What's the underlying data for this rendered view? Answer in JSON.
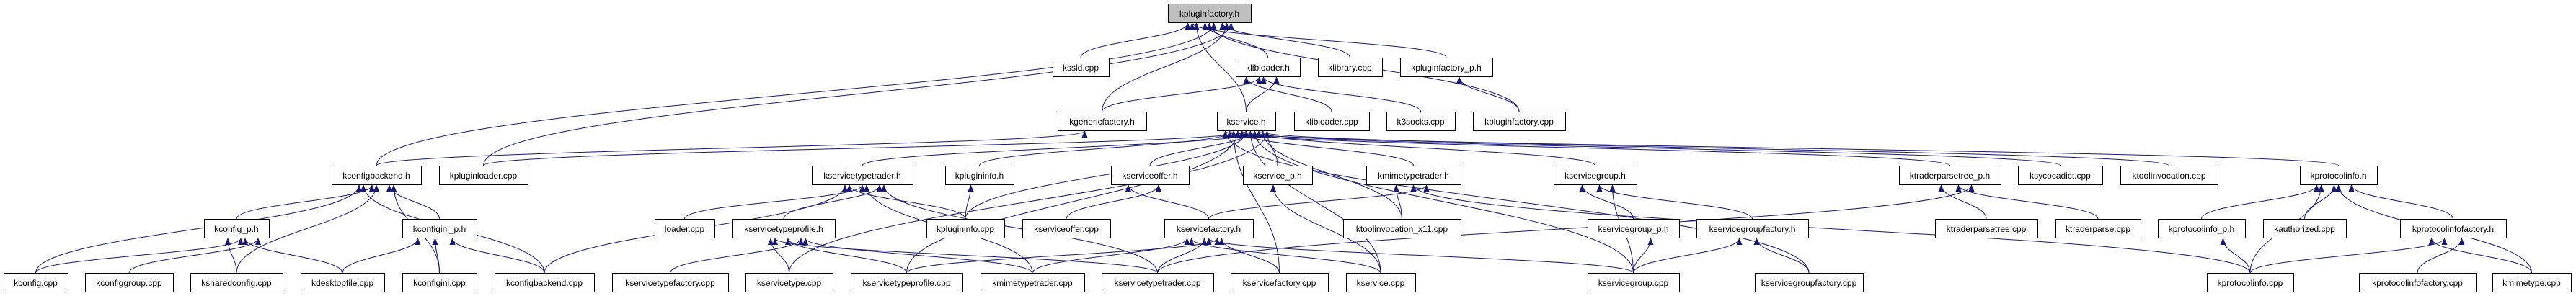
{
  "diagram": {
    "title": "kpluginfactory.h include dependency graph",
    "root": "kpluginfactory.h",
    "colors": {
      "edge": "#191970",
      "root_fill": "#bfbfbf",
      "node_fill": "#ffffff",
      "node_border": "#000000"
    },
    "nodes": [
      {
        "id": "kpluginfactory_h",
        "label": "kpluginfactory.h",
        "root": true
      },
      {
        "id": "kssld_cpp",
        "label": "kssld.cpp"
      },
      {
        "id": "klibloader_h",
        "label": "klibloader.h"
      },
      {
        "id": "klibrary_cpp",
        "label": "klibrary.cpp"
      },
      {
        "id": "kpluginfactory_p_h",
        "label": "kpluginfactory_p.h"
      },
      {
        "id": "kgenericfactory_h",
        "label": "kgenericfactory.h"
      },
      {
        "id": "kservice_h",
        "label": "kservice.h"
      },
      {
        "id": "klibloader_cpp",
        "label": "klibloader.cpp"
      },
      {
        "id": "k3socks_cpp",
        "label": "k3socks.cpp"
      },
      {
        "id": "kpluginfactory_cpp",
        "label": "kpluginfactory.cpp"
      },
      {
        "id": "kconfigbackend_h",
        "label": "kconfigbackend.h"
      },
      {
        "id": "kpluginloader_cpp",
        "label": "kpluginloader.cpp"
      },
      {
        "id": "kservicetypetrader_h",
        "label": "kservicetypetrader.h"
      },
      {
        "id": "kplugininfo_h",
        "label": "kplugininfo.h"
      },
      {
        "id": "kserviceoffer_h",
        "label": "kserviceoffer.h"
      },
      {
        "id": "kservice_p_h",
        "label": "kservice_p.h"
      },
      {
        "id": "kmimetypetrader_h",
        "label": "kmimetypetrader.h"
      },
      {
        "id": "kservicegroup_h",
        "label": "kservicegroup.h"
      },
      {
        "id": "ktraderparsetree_p_h",
        "label": "ktraderparsetree_p.h"
      },
      {
        "id": "ksycocadict_cpp",
        "label": "ksycocadict.cpp"
      },
      {
        "id": "ktoolinvocation_cpp",
        "label": "ktoolinvocation.cpp"
      },
      {
        "id": "kprotocolinfo_h",
        "label": "kprotocolinfo.h"
      },
      {
        "id": "kconfig_p_h",
        "label": "kconfig_p.h"
      },
      {
        "id": "kconfigini_p_h",
        "label": "kconfigini_p.h"
      },
      {
        "id": "loader_cpp",
        "label": "loader.cpp"
      },
      {
        "id": "kservicetypeprofile_h",
        "label": "kservicetypeprofile.h"
      },
      {
        "id": "kplugininfo_cpp",
        "label": "kplugininfo.cpp"
      },
      {
        "id": "kserviceoffer_cpp",
        "label": "kserviceoffer.cpp"
      },
      {
        "id": "kservicefactory_h",
        "label": "kservicefactory.h"
      },
      {
        "id": "ktoolinvocation_x11_cpp",
        "label": "ktoolinvocation_x11.cpp"
      },
      {
        "id": "kservicegroup_p_h",
        "label": "kservicegroup_p.h"
      },
      {
        "id": "kservicegroupfactory_h",
        "label": "kservicegroupfactory.h"
      },
      {
        "id": "ktraderparsetree_cpp",
        "label": "ktraderparsetree.cpp"
      },
      {
        "id": "ktraderparse_cpp",
        "label": "ktraderparse.cpp"
      },
      {
        "id": "kprotocolinfo_p_h",
        "label": "kprotocolinfo_p.h"
      },
      {
        "id": "kauthorized_cpp",
        "label": "kauthorized.cpp"
      },
      {
        "id": "kprotocolinfofactory_h",
        "label": "kprotocolinfofactory.h"
      },
      {
        "id": "kconfig_cpp",
        "label": "kconfig.cpp"
      },
      {
        "id": "kconfiggroup_cpp",
        "label": "kconfiggroup.cpp"
      },
      {
        "id": "ksharedconfig_cpp",
        "label": "ksharedconfig.cpp"
      },
      {
        "id": "kdesktopfile_cpp",
        "label": "kdesktopfile.cpp"
      },
      {
        "id": "kconfigini_cpp",
        "label": "kconfigini.cpp"
      },
      {
        "id": "kconfigbackend_cpp",
        "label": "kconfigbackend.cpp"
      },
      {
        "id": "kservicetypefactory_cpp",
        "label": "kservicetypefactory.cpp"
      },
      {
        "id": "kservicetype_cpp",
        "label": "kservicetype.cpp"
      },
      {
        "id": "kservicetypeprofile_cpp",
        "label": "kservicetypeprofile.cpp"
      },
      {
        "id": "kmimetypetrader_cpp",
        "label": "kmimetypetrader.cpp"
      },
      {
        "id": "kservicetypetrader_cpp",
        "label": "kservicetypetrader.cpp"
      },
      {
        "id": "kservicefactory_cpp",
        "label": "kservicefactory.cpp"
      },
      {
        "id": "kservice_cpp",
        "label": "kservice.cpp"
      },
      {
        "id": "kservicegroup_cpp",
        "label": "kservicegroup.cpp"
      },
      {
        "id": "kservicegroupfactory_cpp",
        "label": "kservicegroupfactory.cpp"
      },
      {
        "id": "kprotocolinfo_cpp",
        "label": "kprotocolinfo.cpp"
      },
      {
        "id": "kprotocolinfofactory_cpp",
        "label": "kprotocolinfofactory.cpp"
      },
      {
        "id": "kmimetype_cpp",
        "label": "kmimetype.cpp"
      }
    ],
    "edges": [
      [
        "kssld_cpp",
        "kpluginfactory_h"
      ],
      [
        "klibloader_h",
        "kpluginfactory_h"
      ],
      [
        "klibrary_cpp",
        "kpluginfactory_h"
      ],
      [
        "kpluginfactory_p_h",
        "kpluginfactory_h"
      ],
      [
        "kpluginfactory_cpp",
        "kpluginfactory_h"
      ],
      [
        "kgenericfactory_h",
        "kpluginfactory_h"
      ],
      [
        "kservice_h",
        "kpluginfactory_h"
      ],
      [
        "kconfigbackend_h",
        "kpluginfactory_h"
      ],
      [
        "kpluginloader_cpp",
        "kpluginfactory_h"
      ],
      [
        "kgenericfactory_h",
        "klibloader_h"
      ],
      [
        "kservice_h",
        "klibloader_h"
      ],
      [
        "klibloader_cpp",
        "klibloader_h"
      ],
      [
        "k3socks_cpp",
        "klibloader_h"
      ],
      [
        "kpluginfactory_cpp",
        "kpluginfactory_p_h"
      ],
      [
        "kconfigbackend_h",
        "kgenericfactory_h"
      ],
      [
        "kpluginloader_cpp",
        "kservice_h"
      ],
      [
        "kservicetypetrader_h",
        "kservice_h"
      ],
      [
        "kplugininfo_h",
        "kservice_h"
      ],
      [
        "kserviceoffer_h",
        "kservice_h"
      ],
      [
        "kservice_p_h",
        "kservice_h"
      ],
      [
        "kmimetypetrader_h",
        "kservice_h"
      ],
      [
        "kservicegroup_h",
        "kservice_h"
      ],
      [
        "ktraderparsetree_p_h",
        "kservice_h"
      ],
      [
        "ksycocadict_cpp",
        "kservice_h"
      ],
      [
        "ktoolinvocation_cpp",
        "kservice_h"
      ],
      [
        "kprotocolinfo_h",
        "kservice_h"
      ],
      [
        "kplugininfo_cpp",
        "kservice_h"
      ],
      [
        "ktoolinvocation_x11_cpp",
        "kservice_h"
      ],
      [
        "kservicefactory_cpp",
        "kservice_h"
      ],
      [
        "kservice_cpp",
        "kservice_h"
      ],
      [
        "kservicetype_cpp",
        "kservice_h"
      ],
      [
        "kservicetypeprofile_cpp",
        "kservice_h"
      ],
      [
        "kservicegroup_cpp",
        "kservice_h"
      ],
      [
        "kservicegroupfactory_cpp",
        "kservice_h"
      ],
      [
        "kconfig_p_h",
        "kconfigbackend_h"
      ],
      [
        "kconfigini_p_h",
        "kconfigbackend_h"
      ],
      [
        "kconfig_cpp",
        "kconfigbackend_h"
      ],
      [
        "ksharedconfig_cpp",
        "kconfigbackend_h"
      ],
      [
        "kconfigini_cpp",
        "kconfigbackend_h"
      ],
      [
        "kconfigbackend_cpp",
        "kconfigbackend_h"
      ],
      [
        "kconfig_cpp",
        "kconfig_p_h"
      ],
      [
        "kconfiggroup_cpp",
        "kconfig_p_h"
      ],
      [
        "ksharedconfig_cpp",
        "kconfig_p_h"
      ],
      [
        "kdesktopfile_cpp",
        "kconfig_p_h"
      ],
      [
        "kdesktopfile_cpp",
        "kconfigini_p_h"
      ],
      [
        "kconfigini_cpp",
        "kconfigini_p_h"
      ],
      [
        "kconfigbackend_cpp",
        "kconfigini_p_h"
      ],
      [
        "kconfigbackend_cpp",
        "kservicetypetrader_h"
      ],
      [
        "loader_cpp",
        "kservicetypetrader_h"
      ],
      [
        "kservicetypeprofile_h",
        "kservicetypetrader_h"
      ],
      [
        "kplugininfo_cpp",
        "kservicetypetrader_h"
      ],
      [
        "kmimetypetrader_cpp",
        "kservicetypetrader_h"
      ],
      [
        "kservicetypetrader_cpp",
        "kservicetypetrader_h"
      ],
      [
        "kplugininfo_cpp",
        "kplugininfo_h"
      ],
      [
        "kserviceoffer_cpp",
        "kserviceoffer_h"
      ],
      [
        "kservicefactory_h",
        "kserviceoffer_h"
      ],
      [
        "kservice_cpp",
        "kservice_p_h"
      ],
      [
        "kservicefactory_h",
        "kmimetypetrader_h"
      ],
      [
        "ktoolinvocation_x11_cpp",
        "kmimetypetrader_h"
      ],
      [
        "kprotocolinfo_cpp",
        "kmimetypetrader_h"
      ],
      [
        "kservicegroup_cpp",
        "kservicegroup_h"
      ],
      [
        "kservicegroup_p_h",
        "kservicegroup_h"
      ],
      [
        "kservicegroupfactory_h",
        "kservicegroup_h"
      ],
      [
        "kservicetypetrader_cpp",
        "ktraderparsetree_p_h"
      ],
      [
        "ktraderparsetree_cpp",
        "ktraderparsetree_p_h"
      ],
      [
        "ktraderparse_cpp",
        "ktraderparsetree_p_h"
      ],
      [
        "kprotocolinfo_p_h",
        "kprotocolinfo_h"
      ],
      [
        "kauthorized_cpp",
        "kprotocolinfo_h"
      ],
      [
        "kprotocolinfofactory_h",
        "kprotocolinfo_h"
      ],
      [
        "kprotocolinfo_cpp",
        "kprotocolinfo_h"
      ],
      [
        "kmimetype_cpp",
        "kprotocolinfo_h"
      ],
      [
        "kservicetypefactory_cpp",
        "kservicetypeprofile_h"
      ],
      [
        "kservicetype_cpp",
        "kservicetypeprofile_h"
      ],
      [
        "kservicetypeprofile_cpp",
        "kservicetypeprofile_h"
      ],
      [
        "kmimetypetrader_cpp",
        "kservicetypeprofile_h"
      ],
      [
        "kservicetypetrader_cpp",
        "kservicetypeprofile_h"
      ],
      [
        "kservicetypeprofile_cpp",
        "kservicefactory_h"
      ],
      [
        "kmimetypetrader_cpp",
        "kservicefactory_h"
      ],
      [
        "kservicetypetrader_cpp",
        "kservicefactory_h"
      ],
      [
        "kservicefactory_cpp",
        "kservicefactory_h"
      ],
      [
        "kservice_cpp",
        "kservicefactory_h"
      ],
      [
        "kservicegroup_cpp",
        "kservicefactory_h"
      ],
      [
        "kservicegroup_cpp",
        "kservicegroup_p_h"
      ],
      [
        "kservicegroup_cpp",
        "kservicegroupfactory_h"
      ],
      [
        "kservicegroupfactory_cpp",
        "kservicegroupfactory_h"
      ],
      [
        "kprotocolinfo_cpp",
        "kprotocolinfo_p_h"
      ],
      [
        "kprotocolinfo_cpp",
        "kprotocolinfofactory_h"
      ],
      [
        "kprotocolinfofactory_cpp",
        "kprotocolinfofactory_h"
      ],
      [
        "kmimetype_cpp",
        "kprotocolinfofactory_h"
      ]
    ]
  }
}
